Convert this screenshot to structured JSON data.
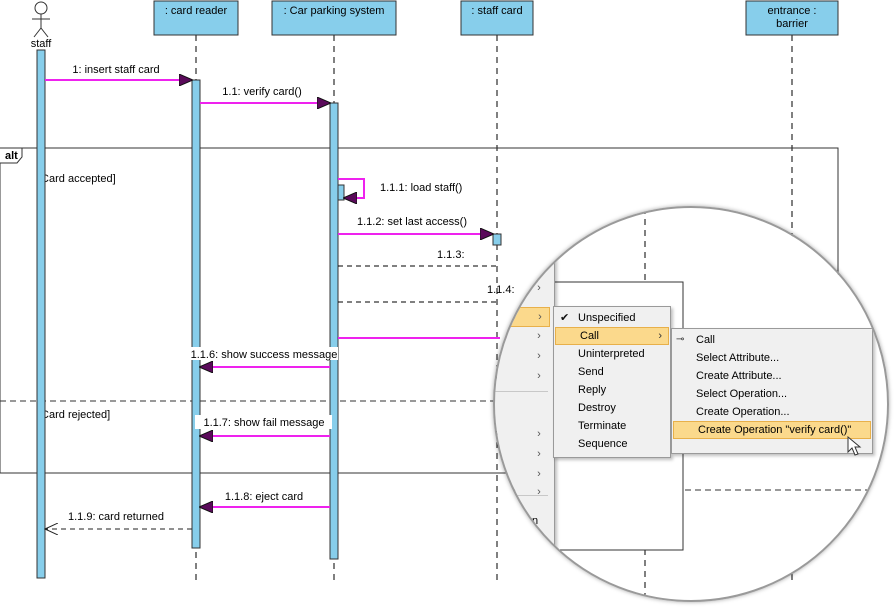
{
  "actor": {
    "label": "staff"
  },
  "lifelines": [
    {
      "key": "card_reader",
      "label": ": card reader"
    },
    {
      "key": "parking",
      "label": ": Car parking system"
    },
    {
      "key": "staff_card",
      "label": ": staff card"
    },
    {
      "key": "barrier",
      "label_line1": "entrance :",
      "label_line2": "barrier"
    }
  ],
  "messages": {
    "m1": "1: insert staff card",
    "m11": "1.1: verify card()",
    "m111": "1.1.1: load staff()",
    "m112": "1.1.2: set last access()",
    "m113": "1.1.3:",
    "m114": "1.1.4:",
    "m116": "1.1.6: show success message",
    "m117": "1.1.7: show fail message",
    "m118": "1.1.8: eject card",
    "m119": "1.1.9: card returned"
  },
  "fragment": {
    "keyword": "alt",
    "guard1": "[Card accepted]",
    "guard2": "[Card rejected]"
  },
  "context_menu": {
    "types": [
      "Unspecified",
      "Call",
      "Uninterpreted",
      "Send",
      "Reply",
      "Destroy",
      "Terminate",
      "Sequence"
    ],
    "checked_index": 0,
    "highlighted_index": 1,
    "call_submenu": [
      "Call",
      "Select Attribute...",
      "Select Operation...",
      "Create Attribute...",
      "Create Operation...",
      "Create Operation \"verify card()\""
    ],
    "call_submenu_highlighted_index": 5,
    "partial_text": "wn"
  },
  "colors": {
    "lifeline_head": "#87ceeb",
    "activation": "#87ceeb",
    "message_line": "#ee22ee",
    "menu_highlight": "#fbd98c"
  }
}
